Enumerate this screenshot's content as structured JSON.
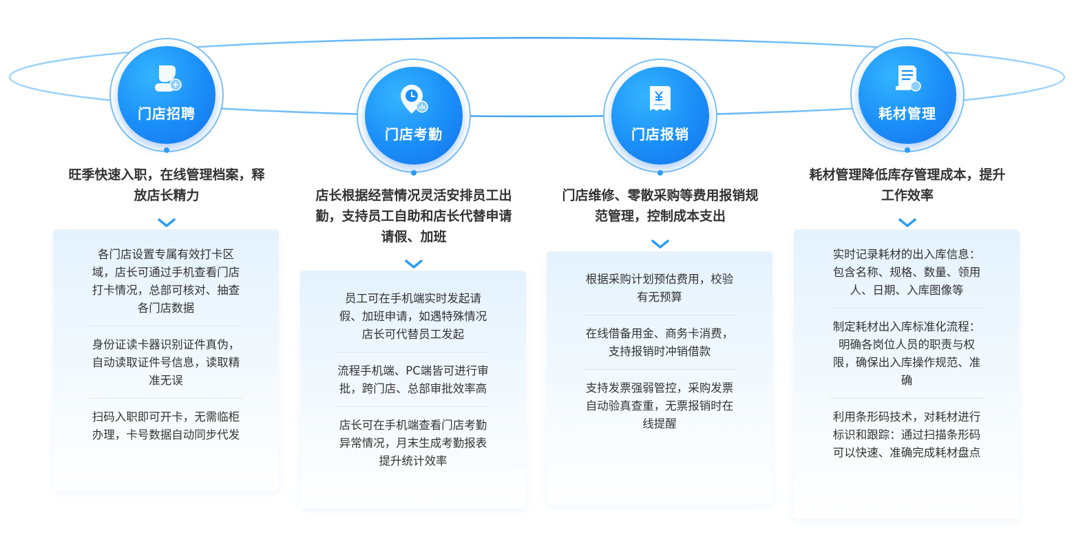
{
  "colors": {
    "primary": "#1a8ef8",
    "line": "#5ab1f7",
    "text": "#333333"
  },
  "modules": [
    {
      "title": "门店招聘",
      "icon": "user-add-icon",
      "summary": "旺季快速入职，在线管理档案，释放店长精力",
      "items": [
        "各门店设置专属有效打卡区域，店长可通过手机查看门店打卡情况，总部可核对、抽查各门店数据",
        "身份证读卡器识别证件真伪，自动读取证件号信息，读取精准无误",
        "扫码入职即可开卡，无需临柜办理，卡号数据自动同步代发"
      ]
    },
    {
      "title": "门店考勤",
      "icon": "location-clock-icon",
      "summary": "店长根据经营情况灵活安排员工出勤，支持员工自助和店长代替申请请假、加班",
      "items": [
        "员工可在手机端实时发起请假、加班申请，如遇特殊情况店长可代替员工发起",
        "流程手机端、PC端皆可进行审批，跨门店、总部审批效率高",
        "店长可在手机端查看门店考勤异常情况，月末生成考勤报表提升统计效率"
      ]
    },
    {
      "title": "门店报销",
      "icon": "receipt-icon",
      "summary": "门店维修、零散采购等费用报销规范管理，控制成本支出",
      "items": [
        "根据采购计划预估费用，校验有无预算",
        "在线借备用金、商务卡消费，支持报销时冲销借款",
        "支持发票强弱管控，采购发票自动验真查重，无票报销时在线提醒"
      ]
    },
    {
      "title": "耗材管理",
      "icon": "document-list-icon",
      "summary": "耗材管理降低库存管理成本，提升工作效率",
      "items": [
        "实时记录耗材的出入库信息：包含名称、规格、数量、领用人、日期、入库图像等",
        "制定耗材出入库标准化流程：明确各岗位人员的职责与权限，确保出入库操作规范、准确",
        "利用条形码技术，对耗材进行标识和跟踪：通过扫描条形码可以快速、准确完成耗材盘点"
      ]
    }
  ]
}
